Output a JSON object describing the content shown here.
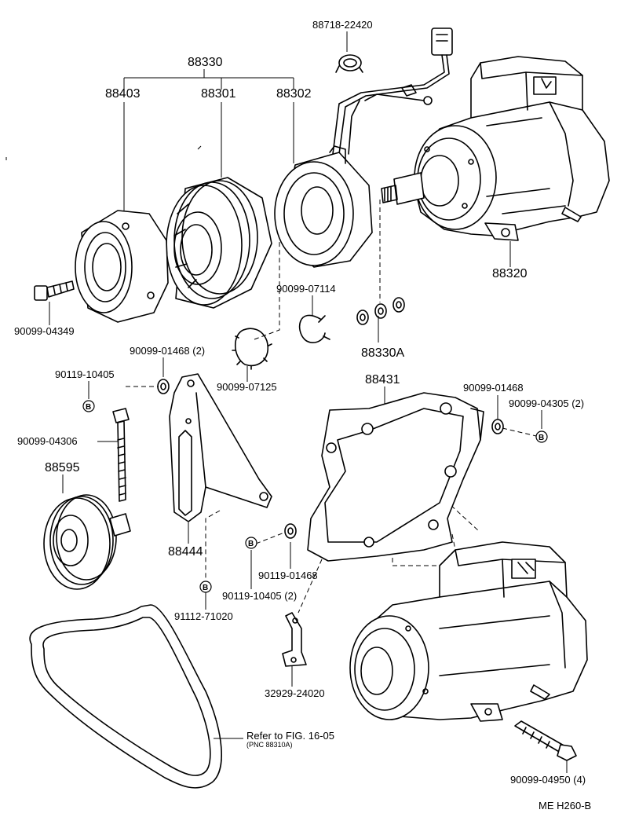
{
  "labels": {
    "p88718": "88718-22420",
    "p88330": "88330",
    "p88403": "88403",
    "p88301": "88301",
    "p88302": "88302",
    "p88320": "88320",
    "p90099_04349": "90099-04349",
    "p90099_07114": "90099-07114",
    "p88330a": "88330A",
    "p90099_01468_2": "90099-01468 (2)",
    "p90119_10405": "90119-10405",
    "p90099_07125": "90099-07125",
    "p88431": "88431",
    "p90099_01468": "90099-01468",
    "p90099_04305": "90099-04305 (2)",
    "p90099_04306": "90099-04306",
    "p88595": "88595",
    "p88444": "88444",
    "p90119_01468": "90119-01468",
    "p90119_10405_2": "90119-10405 (2)",
    "p91112": "91112-71020",
    "p32929": "32929-24020",
    "refer": "Refer to FIG. 16-05",
    "pnc": "(PNC 88310A)",
    "p90099_04950": "90099-04950 (4)",
    "footer": "ME  H260-B"
  },
  "b_marker": "B"
}
